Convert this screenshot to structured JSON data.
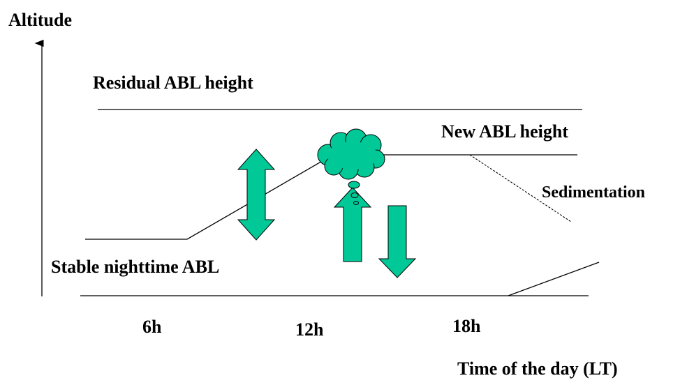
{
  "labels": {
    "y_axis": "Altitude",
    "residual": "Residual ABL height",
    "new_abl": "New ABL height",
    "sedimentation": "Sedimentation",
    "stable": "Stable nighttime ABL",
    "tick_6": "6h",
    "tick_12": "12h",
    "tick_18": "18h",
    "x_axis": "Time of the day (LT)"
  },
  "colors": {
    "arrow_fill": "#00c896",
    "cloud_fill": "#00c896",
    "line": "#000000"
  },
  "icons": {
    "cloud": "cloud-icon",
    "vertical_mixing": "double-headed-arrow-icon",
    "updraft": "up-arrow-icon",
    "downdraft": "down-arrow-icon"
  }
}
